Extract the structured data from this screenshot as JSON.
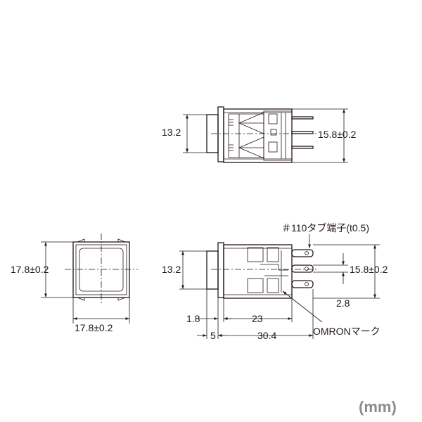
{
  "views": {
    "top_side": {
      "height_label": "13.2",
      "width_label": "15.8±0.2"
    },
    "front": {
      "height_label": "17.8±0.2",
      "width_label": "17.8±0.2"
    },
    "bottom_side": {
      "terminal_label": "＃110タブ端子(t0.5)",
      "height_label": "13.2",
      "width_label": "15.8±0.2",
      "terminal_offset_label": "2.8",
      "bezel_label": "1.8",
      "body_label": "23",
      "flange_label": "5",
      "overall_label": "30.4",
      "mark_label": "OMRONマーク"
    }
  },
  "unit_label": "(mm)",
  "colors": {
    "line": "#231815",
    "unit": "#8c8c8c",
    "background": "#ffffff"
  }
}
